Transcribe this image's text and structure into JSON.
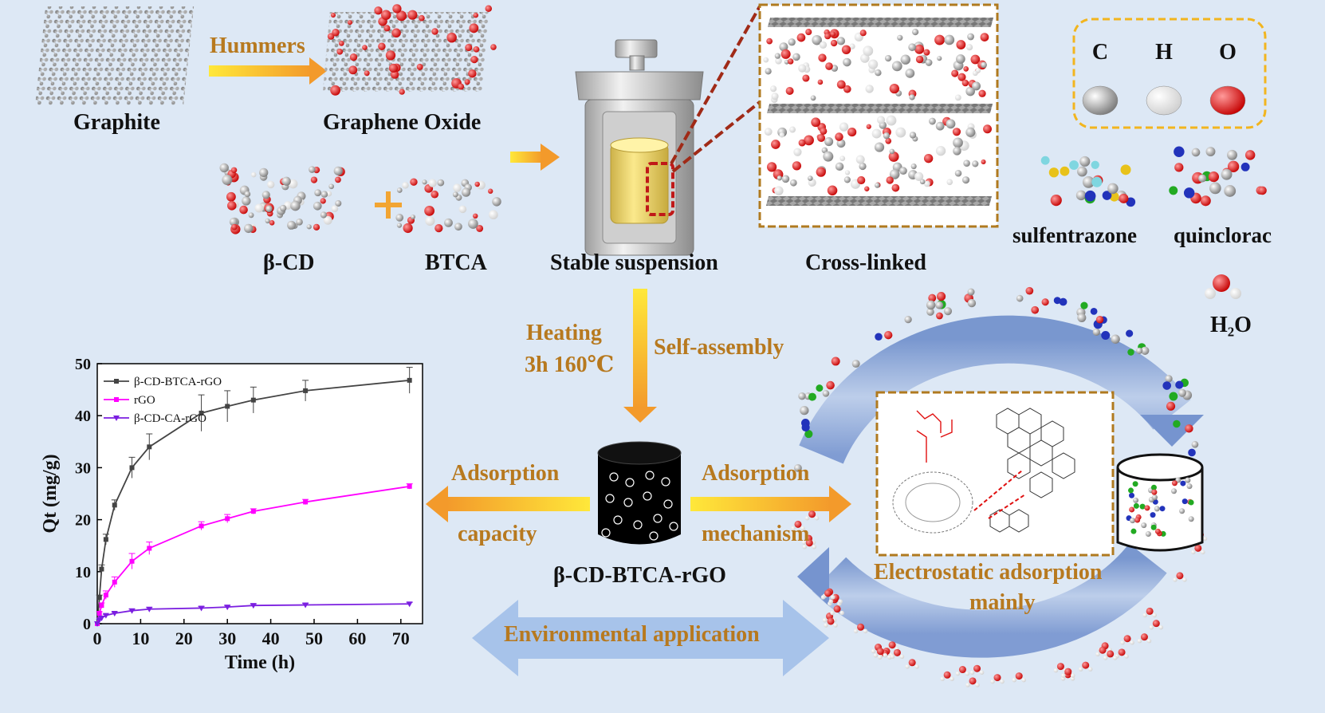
{
  "labels": {
    "graphite": "Graphite",
    "hummers": "Hummers",
    "graphene_oxide": "Graphene Oxide",
    "beta_cd": "β-CD",
    "btca": "BTCA",
    "stable_suspension": "Stable suspension",
    "cross_linked": "Cross-linked",
    "heating_1": "Heating",
    "heating_2": "3h 160℃",
    "self_assembly": "Self-assembly",
    "product": "β-CD-BTCA-rGO",
    "adsorption_left": "Adsorption",
    "capacity": "capacity",
    "adsorption_right": "Adsorption",
    "mechanism": "mechanism",
    "electrostatic_1": "Electrostatic adsorption",
    "electrostatic_2": "mainly",
    "environmental": "Environmental application",
    "sulfentrazone": "sulfentrazone",
    "quinclorac": "quinclorac",
    "water": "H₂O"
  },
  "legend": {
    "items": [
      {
        "symbol": "C",
        "color": "#9a9a9a"
      },
      {
        "symbol": "H",
        "color": "#f4f4f4"
      },
      {
        "symbol": "O",
        "color": "#e01414"
      }
    ]
  },
  "colors": {
    "background": "#dde8f5",
    "accent_gold": "#b7791f",
    "arrow_yellow": "#ffd21a",
    "arrow_orange": "#f0a630",
    "cycle_blue": "#6f8fc9",
    "double_arrow_blue": "#9dbce6",
    "dashed_box": "#b07a1f"
  },
  "chart_data": {
    "type": "line",
    "xlabel": "Time (h)",
    "ylabel": "Qt (mg/g)",
    "xlim": [
      0,
      75
    ],
    "ylim": [
      0,
      50
    ],
    "xticks": [
      0,
      10,
      20,
      30,
      40,
      50,
      60,
      70
    ],
    "yticks": [
      0,
      10,
      20,
      30,
      40,
      50
    ],
    "legend_position": "top-left",
    "grid": false,
    "series": [
      {
        "name": "β-CD-BTCA-rGO",
        "color": "#444444",
        "marker": "square",
        "x": [
          0,
          0.5,
          1,
          2,
          4,
          8,
          12,
          24,
          30,
          36,
          48,
          72
        ],
        "y": [
          0,
          5,
          10.5,
          16.2,
          22.8,
          30,
          34,
          40.5,
          41.8,
          43,
          44.8,
          46.8
        ],
        "err": [
          0,
          0.5,
          0.8,
          1,
          1,
          2,
          2.5,
          3.5,
          3,
          2.5,
          2,
          2.5
        ]
      },
      {
        "name": "rGO",
        "color": "#ff00ff",
        "marker": "square",
        "x": [
          0,
          0.5,
          1,
          2,
          4,
          8,
          12,
          24,
          30,
          36,
          48,
          72
        ],
        "y": [
          0,
          2,
          3.5,
          5.5,
          8,
          12,
          14.5,
          18.8,
          20.2,
          21.6,
          23.4,
          26.4
        ],
        "err": [
          0,
          0.3,
          0.5,
          0.8,
          1,
          1.5,
          1.2,
          0.8,
          0.8,
          0.5,
          0.5,
          0.5
        ]
      },
      {
        "name": "β-CD-CA-rGO",
        "color": "#7b1fe0",
        "marker": "triangle-down",
        "x": [
          0,
          0.5,
          1,
          2,
          4,
          8,
          12,
          24,
          30,
          36,
          48,
          72
        ],
        "y": [
          0,
          0.7,
          1.1,
          1.6,
          2,
          2.5,
          2.8,
          3,
          3.2,
          3.5,
          3.6,
          3.8
        ],
        "err": [
          0,
          0.1,
          0.2,
          0.2,
          0.2,
          0.3,
          0.3,
          0.3,
          0.3,
          0.3,
          0.3,
          0.3
        ]
      }
    ]
  }
}
